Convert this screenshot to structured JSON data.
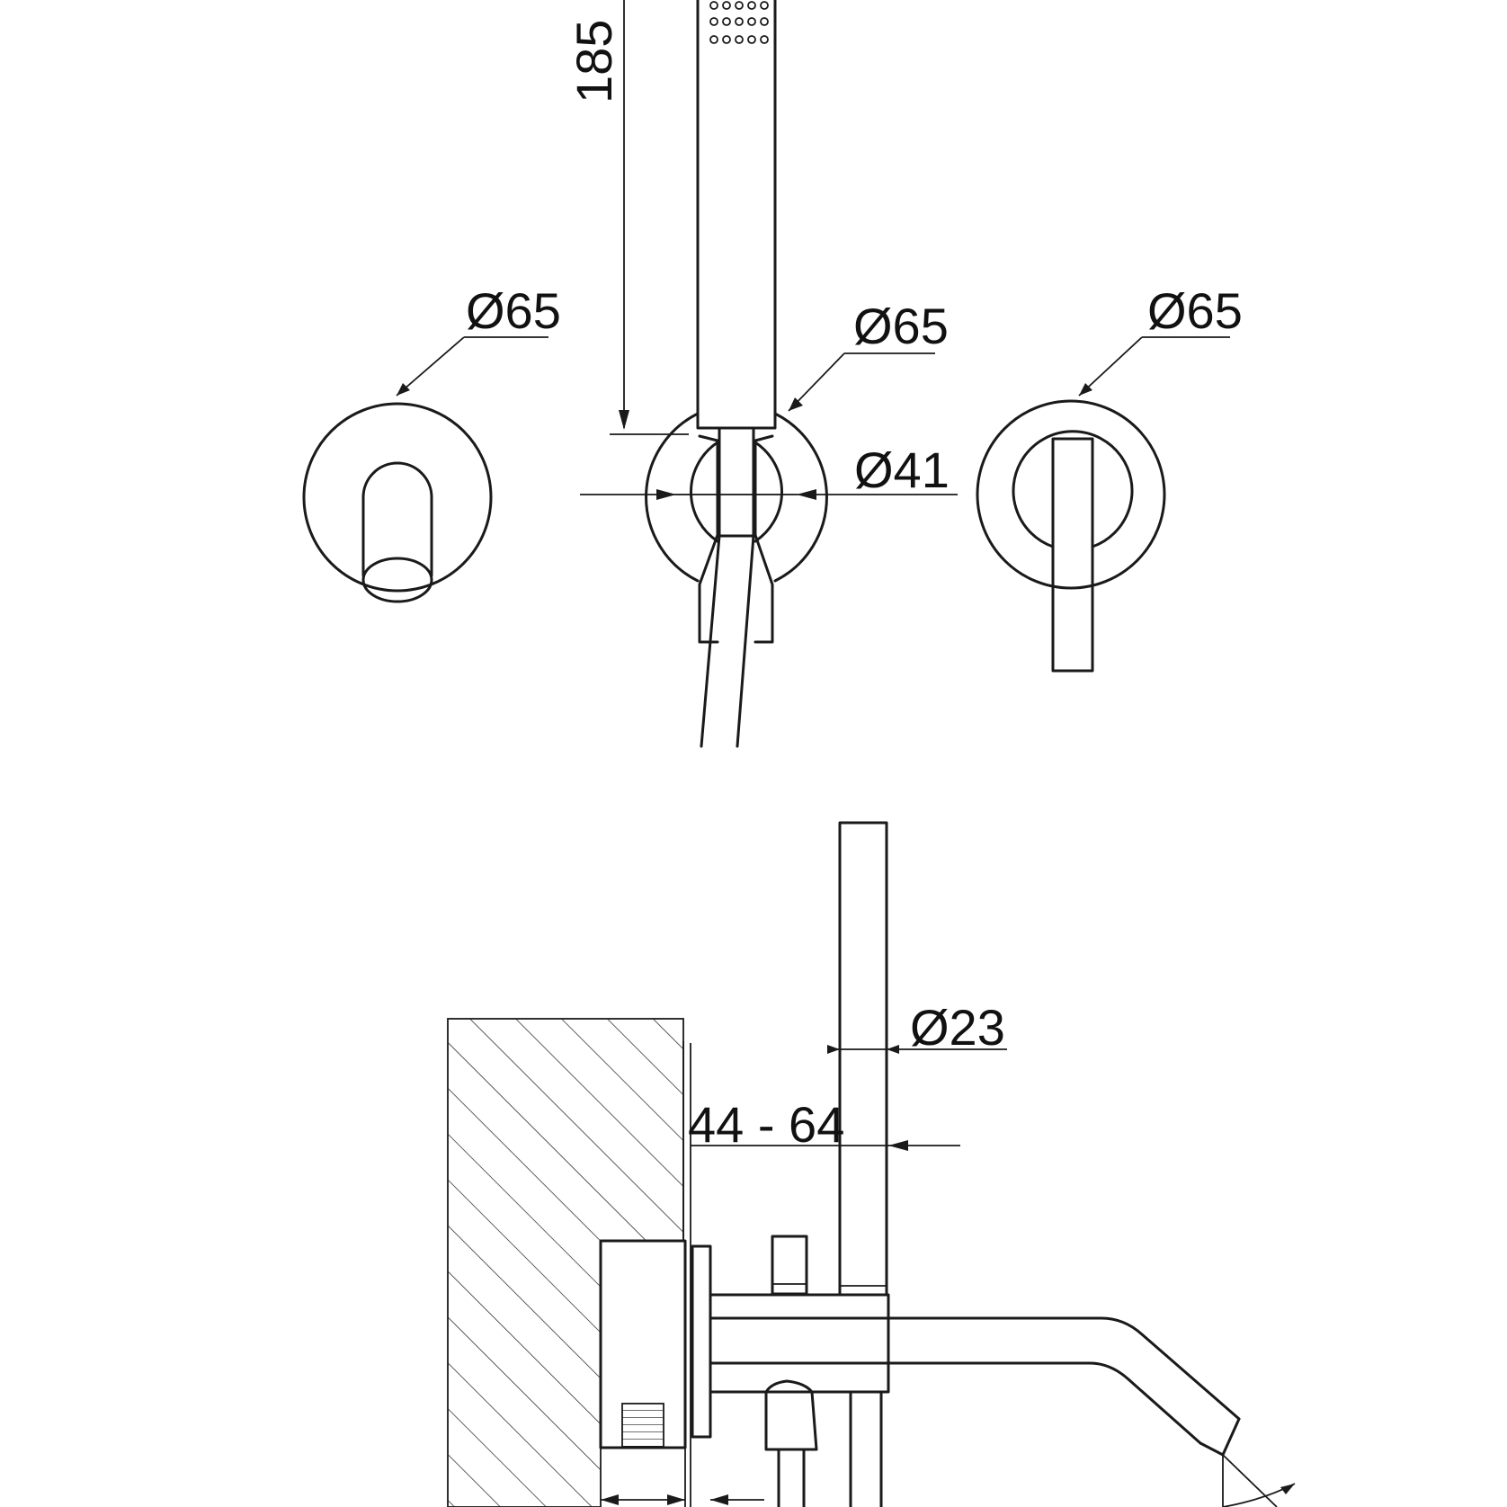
{
  "dimensions": {
    "hand_shower_length": "185",
    "spout_rosette_diameter": "Ø65",
    "holder_rosette_diameter": "Ø65",
    "handle_rosette_diameter": "Ø65",
    "holder_inner_diameter": "Ø41",
    "shower_handle_diameter": "Ø23",
    "wall_depth_range": "44 - 64"
  },
  "colors": {
    "line": "#1a1a1a",
    "background": "#ffffff"
  }
}
